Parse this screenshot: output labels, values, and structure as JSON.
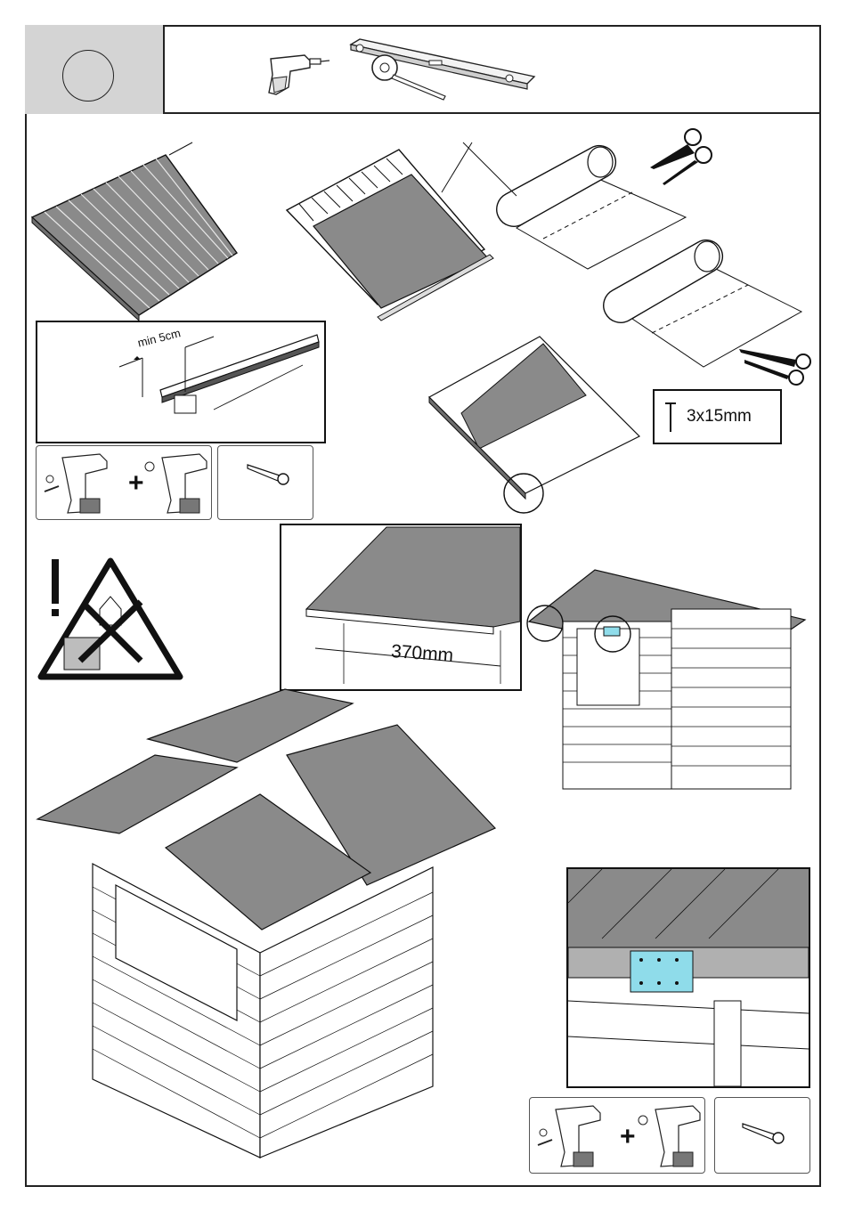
{
  "header": {
    "step_number": "",
    "tools": [
      "drill-icon",
      "level-icon",
      "tape-measure-icon"
    ]
  },
  "labels": {
    "min_overlap": "min 5cm",
    "screw_spec": "3x15mm",
    "eave_distance": "370mm",
    "plus_1": "+",
    "plus_2": "+"
  },
  "colors": {
    "panel_gray": "#8a8a8a",
    "outline": "#1a1a1a",
    "header_gray": "#d4d4d4",
    "bracket_cyan": "#8fdcea"
  },
  "icons": [
    "scissors-icon",
    "screw-icon",
    "drill-icon",
    "no-climbing-warning-icon"
  ]
}
